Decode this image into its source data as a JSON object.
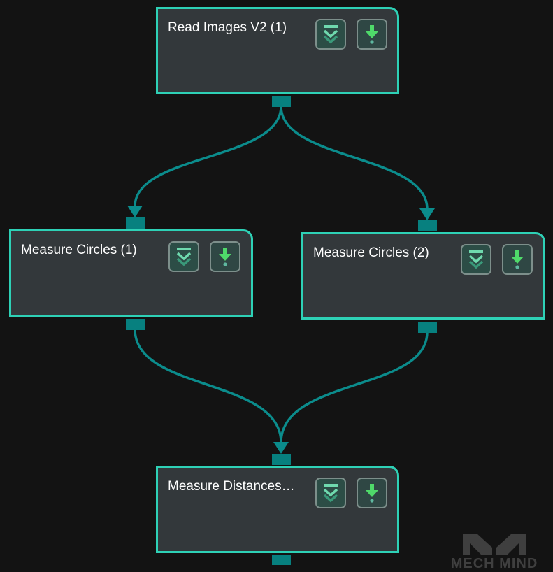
{
  "canvas": {
    "background": "#131313",
    "accent_border": "#2ed1b6",
    "port_color": "#07807f",
    "wire_color": "#0b8c8c"
  },
  "nodes": [
    {
      "id": "read_images",
      "title": "Read Images V2 (1)",
      "buttons": [
        "collapse-chevron-icon",
        "debug-arrow-icon"
      ]
    },
    {
      "id": "measure_circles_1",
      "title": "Measure Circles (1)",
      "buttons": [
        "collapse-chevron-icon",
        "debug-arrow-icon"
      ]
    },
    {
      "id": "measure_circles_2",
      "title": "Measure Circles (2)",
      "buttons": [
        "collapse-chevron-icon",
        "debug-arrow-icon"
      ]
    },
    {
      "id": "measure_distances",
      "title": "Measure Distances…",
      "buttons": [
        "collapse-chevron-icon",
        "debug-arrow-icon"
      ]
    }
  ],
  "watermark": {
    "text": "MECH MIND"
  }
}
